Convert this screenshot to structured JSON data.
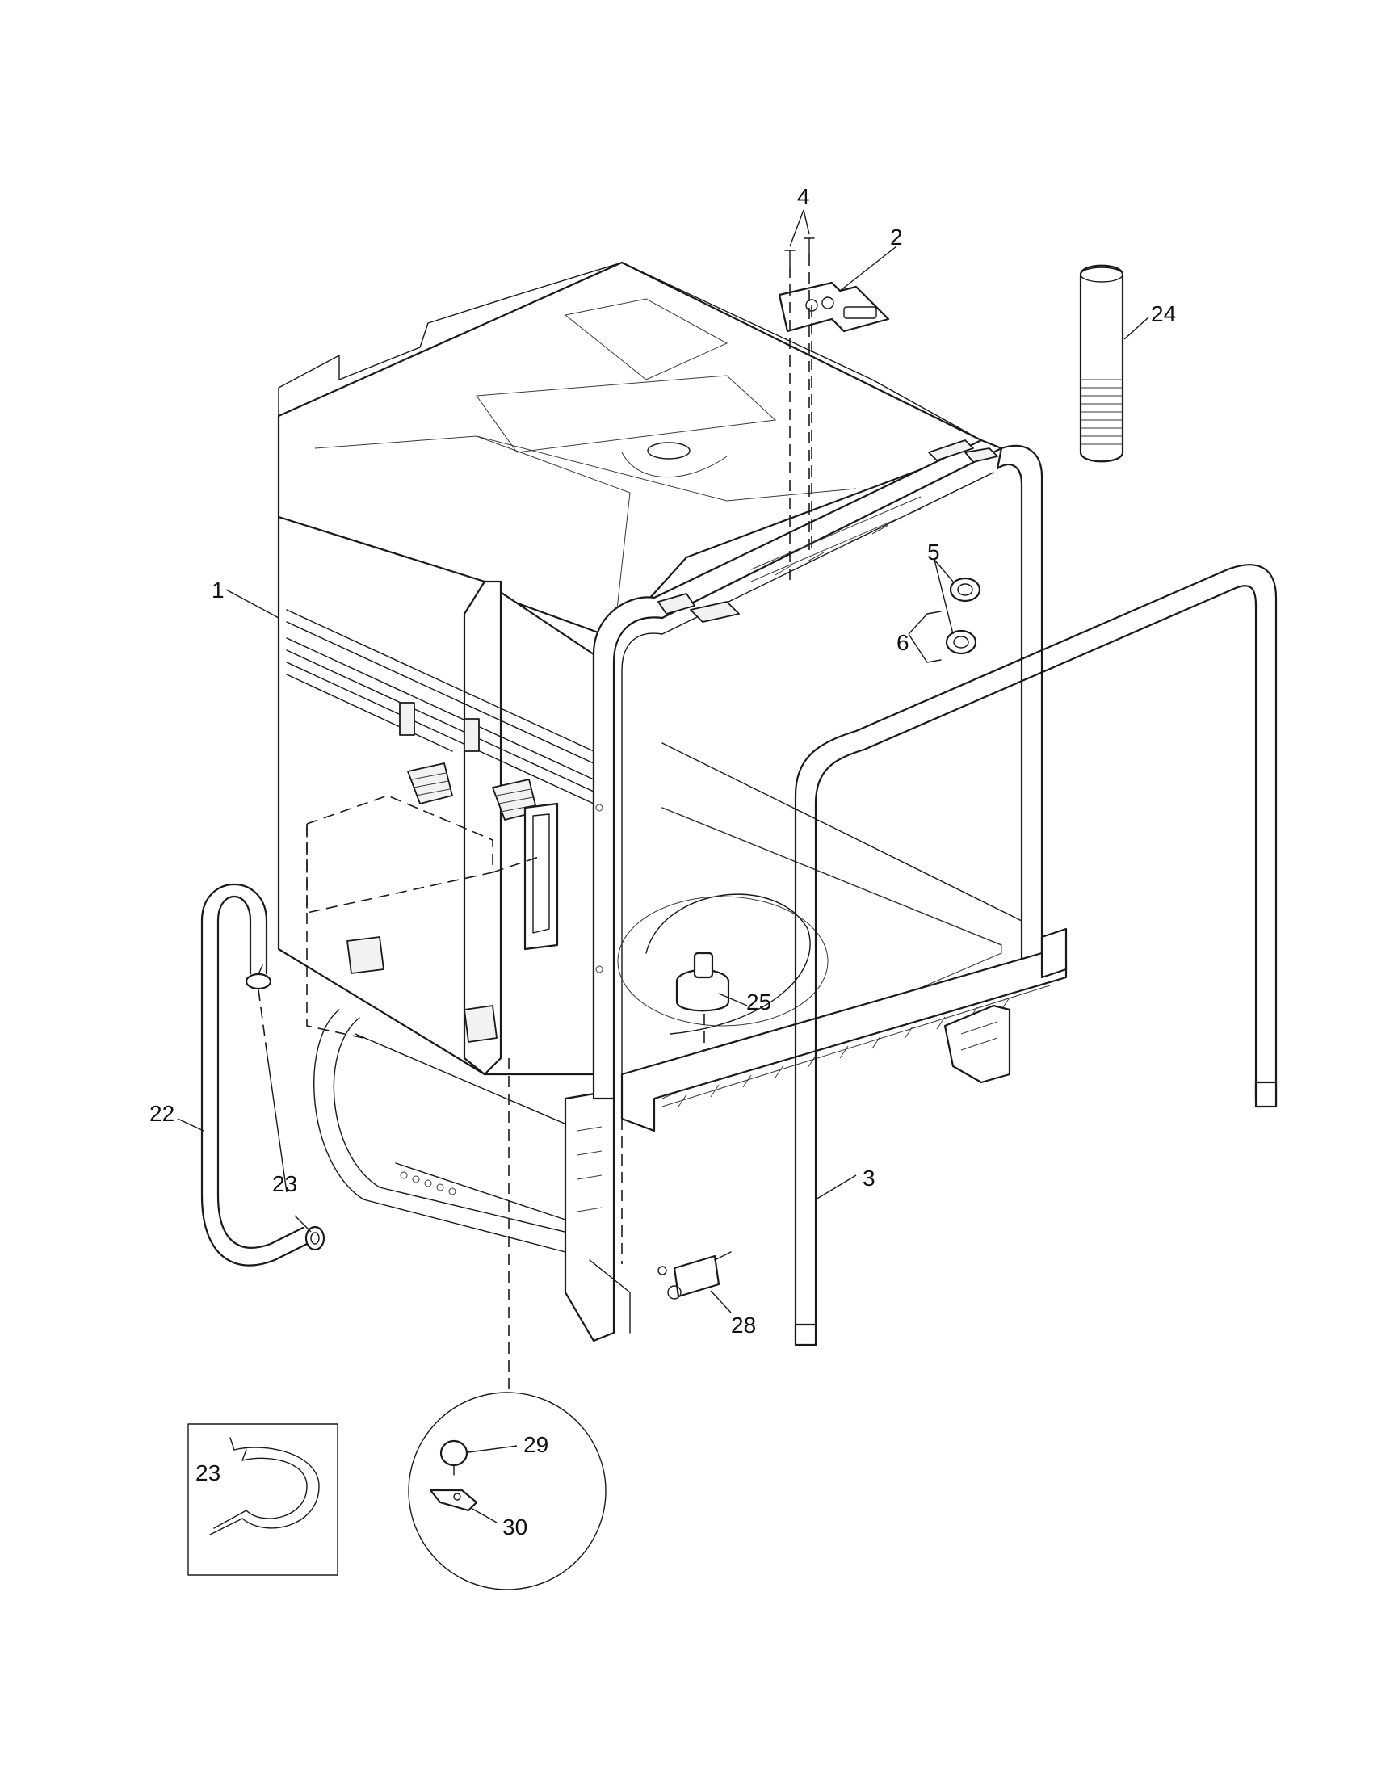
{
  "callouts": {
    "c1": "1",
    "c2": "2",
    "c3": "3",
    "c4": "4",
    "c5": "5",
    "c6": "6",
    "c22": "22",
    "c23a": "23",
    "c23b": "23",
    "c24": "24",
    "c25": "25",
    "c28": "28",
    "c29": "29",
    "c30": "30"
  }
}
